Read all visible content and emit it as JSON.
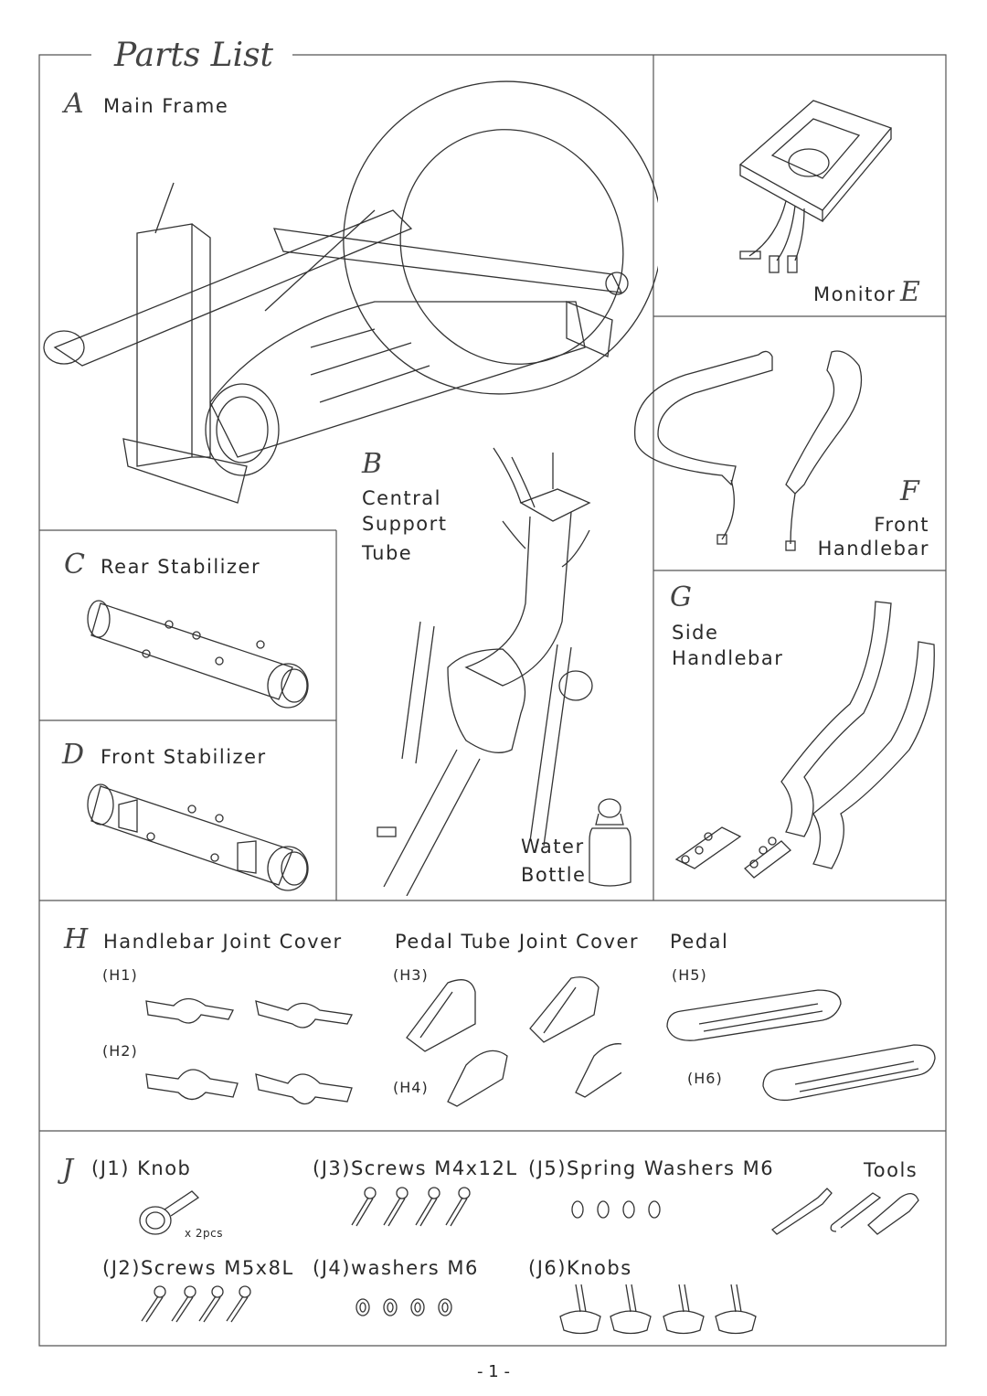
{
  "title": "Parts List",
  "parts": {
    "A": {
      "letter": "A",
      "label": "Main Frame"
    },
    "B": {
      "letter": "B",
      "label_lines": [
        "Central",
        "Support",
        "Tube"
      ],
      "extra_lines": [
        "Water",
        "Bottle"
      ]
    },
    "C": {
      "letter": "C",
      "label": "Rear Stabilizer"
    },
    "D": {
      "letter": "D",
      "label": "Front Stabilizer"
    },
    "E": {
      "letter": "E",
      "label": "Monitor"
    },
    "F": {
      "letter": "F",
      "label_lines": [
        "Front",
        "Handlebar"
      ]
    },
    "G": {
      "letter": "G",
      "label_lines": [
        "Side",
        "Handlebar"
      ]
    },
    "H": {
      "letter": "H",
      "groups": [
        {
          "label": "Handlebar Joint Cover",
          "items": [
            "(H1)",
            "(H2)"
          ]
        },
        {
          "label": "Pedal Tube Joint Cover",
          "items": [
            "(H3)",
            "(H4)"
          ]
        },
        {
          "label": "Pedal",
          "items": [
            "(H5)",
            "(H6)"
          ]
        }
      ]
    },
    "J": {
      "letter": "J",
      "items": [
        {
          "label": "(J1) Knob",
          "qty": "x 2pcs"
        },
        {
          "label": "(J2)Screws M5x8L"
        },
        {
          "label": "(J3)Screws M4x12L"
        },
        {
          "label": "(J4)washers M6"
        },
        {
          "label": "(J5)Spring Washers M6"
        },
        {
          "label": "(J6)Knobs"
        },
        {
          "label": "Tools"
        }
      ]
    }
  },
  "page_number": "- 1 -"
}
